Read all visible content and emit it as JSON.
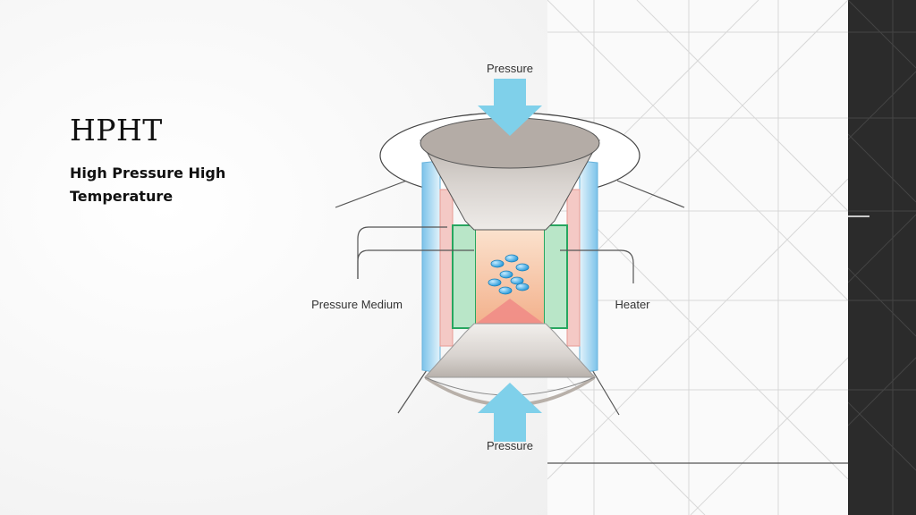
{
  "slide": {
    "title": "HPHT",
    "subtitle": "High Pressure High Temperature"
  },
  "diagram": {
    "label_top": "Pressure",
    "label_bottom": "Pressure",
    "label_left": "Pressure Medium",
    "label_right": "Heater"
  },
  "colors": {
    "arrow": "#7fd0ea",
    "outer_layer": "#bfe3f5",
    "heater": "#f4c7c3",
    "medium": "#3cb878",
    "chamber": "#f7c8a6",
    "anvil": "#cfc9c4",
    "crystal": "#29a6e3"
  }
}
